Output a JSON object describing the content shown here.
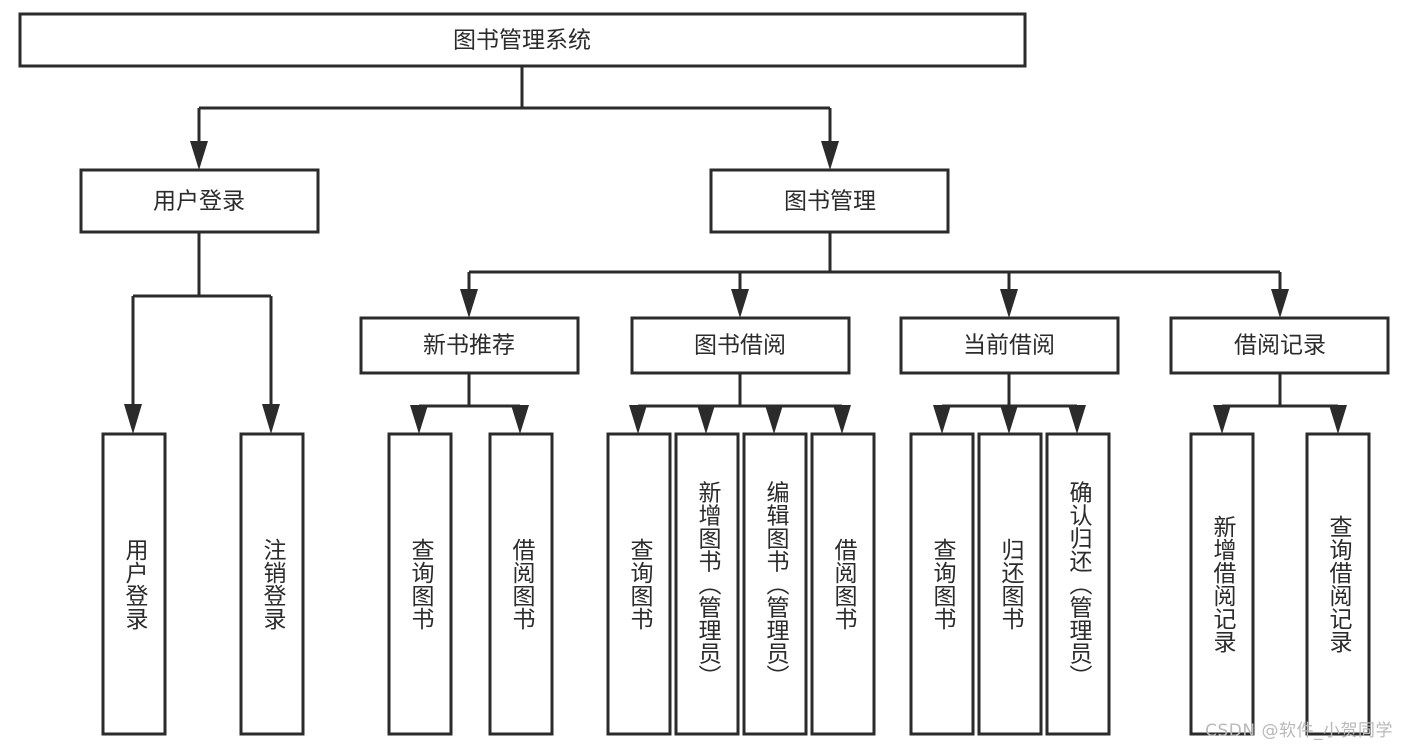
{
  "diagram": {
    "type": "tree-hierarchy-flowchart",
    "title": "图书管理系统",
    "orientation": "top-down",
    "colors": {
      "background": "#ffffff",
      "box_fill": "#ffffff",
      "box_stroke": "#2b2b2b",
      "text": "#2b2b2b",
      "watermark": "#b9b9b9"
    },
    "levels": {
      "level1": [
        {
          "id": "root",
          "label": "图书管理系统"
        }
      ],
      "level2": [
        {
          "id": "user-login",
          "label": "用户登录",
          "parent": "root"
        },
        {
          "id": "book-manage",
          "label": "图书管理",
          "parent": "root"
        }
      ],
      "level3": [
        {
          "id": "new-book-rec",
          "label": "新书推荐",
          "parent": "book-manage"
        },
        {
          "id": "book-borrow",
          "label": "图书借阅",
          "parent": "book-manage"
        },
        {
          "id": "current-borrow",
          "label": "当前借阅",
          "parent": "book-manage"
        },
        {
          "id": "borrow-record",
          "label": "借阅记录",
          "parent": "book-manage"
        }
      ],
      "leaves": [
        {
          "id": "leaf-user-login",
          "label": "用户登录",
          "parent": "user-login"
        },
        {
          "id": "leaf-user-logout",
          "label": "注销登录",
          "parent": "user-login"
        },
        {
          "id": "leaf-query-book-1",
          "label": "查询图书",
          "parent": "new-book-rec"
        },
        {
          "id": "leaf-borrow-book-1",
          "label": "借阅图书",
          "parent": "new-book-rec"
        },
        {
          "id": "leaf-query-book-2",
          "label": "查询图书",
          "parent": "book-borrow"
        },
        {
          "id": "leaf-add-book",
          "label": "新增图书（管理员）",
          "parent": "book-borrow"
        },
        {
          "id": "leaf-edit-book",
          "label": "编辑图书（管理员）",
          "parent": "book-borrow"
        },
        {
          "id": "leaf-borrow-book-2",
          "label": "借阅图书",
          "parent": "book-borrow"
        },
        {
          "id": "leaf-query-book-3",
          "label": "查询图书",
          "parent": "current-borrow"
        },
        {
          "id": "leaf-return-book",
          "label": "归还图书",
          "parent": "current-borrow"
        },
        {
          "id": "leaf-confirm-return",
          "label": "确认归还（管理员）",
          "parent": "current-borrow"
        },
        {
          "id": "leaf-add-record",
          "label": "新增借阅记录",
          "parent": "borrow-record"
        },
        {
          "id": "leaf-query-record",
          "label": "查询借阅记录",
          "parent": "borrow-record"
        }
      ]
    }
  },
  "watermark": {
    "text": "CSDN @软件_小贺同学"
  }
}
